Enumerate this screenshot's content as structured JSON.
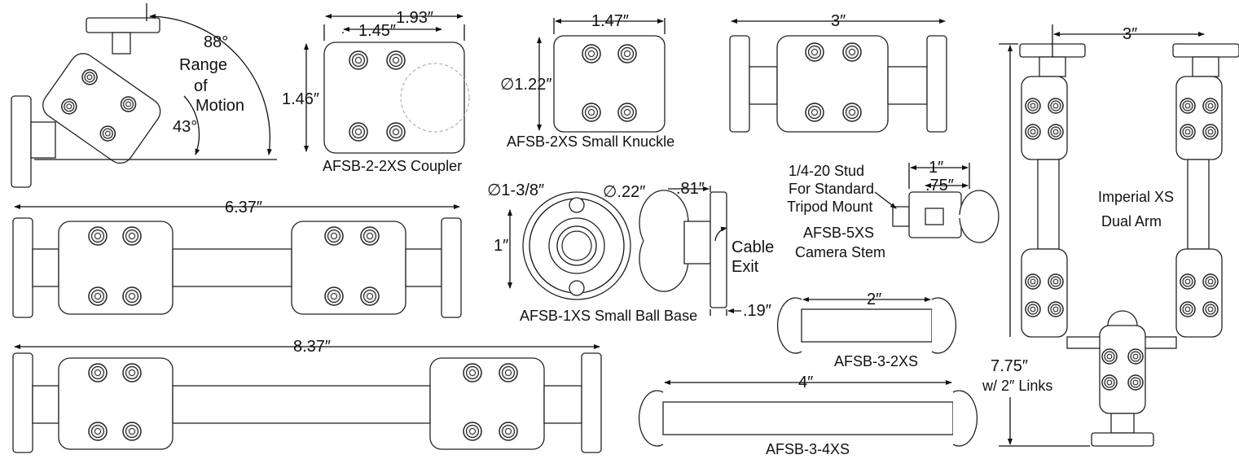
{
  "swivel": {
    "angle_top": "88°",
    "angle_bottom": "43°",
    "label": [
      "Range",
      "of",
      "Motion"
    ]
  },
  "coupler": {
    "w_total": "1.93″",
    "w_bolts": "1.45″",
    "h": "1.46″",
    "caption": "AFSB-2-2XS Coupler"
  },
  "knuckle": {
    "w": "1.47″",
    "dia": "∅1.22″",
    "caption": "AFSB-2XS Small Knuckle"
  },
  "short_arm": {
    "w": "3″"
  },
  "arm_637": {
    "w": "6.37″"
  },
  "arm_837": {
    "w": "8.37″"
  },
  "ball_base": {
    "dia_outer": "∅1-3/8″",
    "dia_hole": "∅.22″",
    "h": "1″",
    "w_side": ".81″",
    "flange": ".19″",
    "cable": [
      "Cable",
      "Exit"
    ],
    "caption": "AFSB-1XS Small Ball Base"
  },
  "camera_stem": {
    "stud": [
      "1/4-20 Stud",
      "For Standard",
      "Tripod Mount"
    ],
    "name": [
      "AFSB-5XS",
      "Camera Stem"
    ],
    "w": "1″",
    "w_inner": ".75″"
  },
  "link_2": {
    "w": "2″",
    "caption": "AFSB-3-2XS"
  },
  "link_4": {
    "w": "4″",
    "caption": "AFSB-3-4XS"
  },
  "dual_arm": {
    "w": "3″",
    "label": [
      "Imperial XS",
      "Dual Arm"
    ],
    "h": [
      "7.75″",
      "w/ 2″ Links"
    ]
  }
}
